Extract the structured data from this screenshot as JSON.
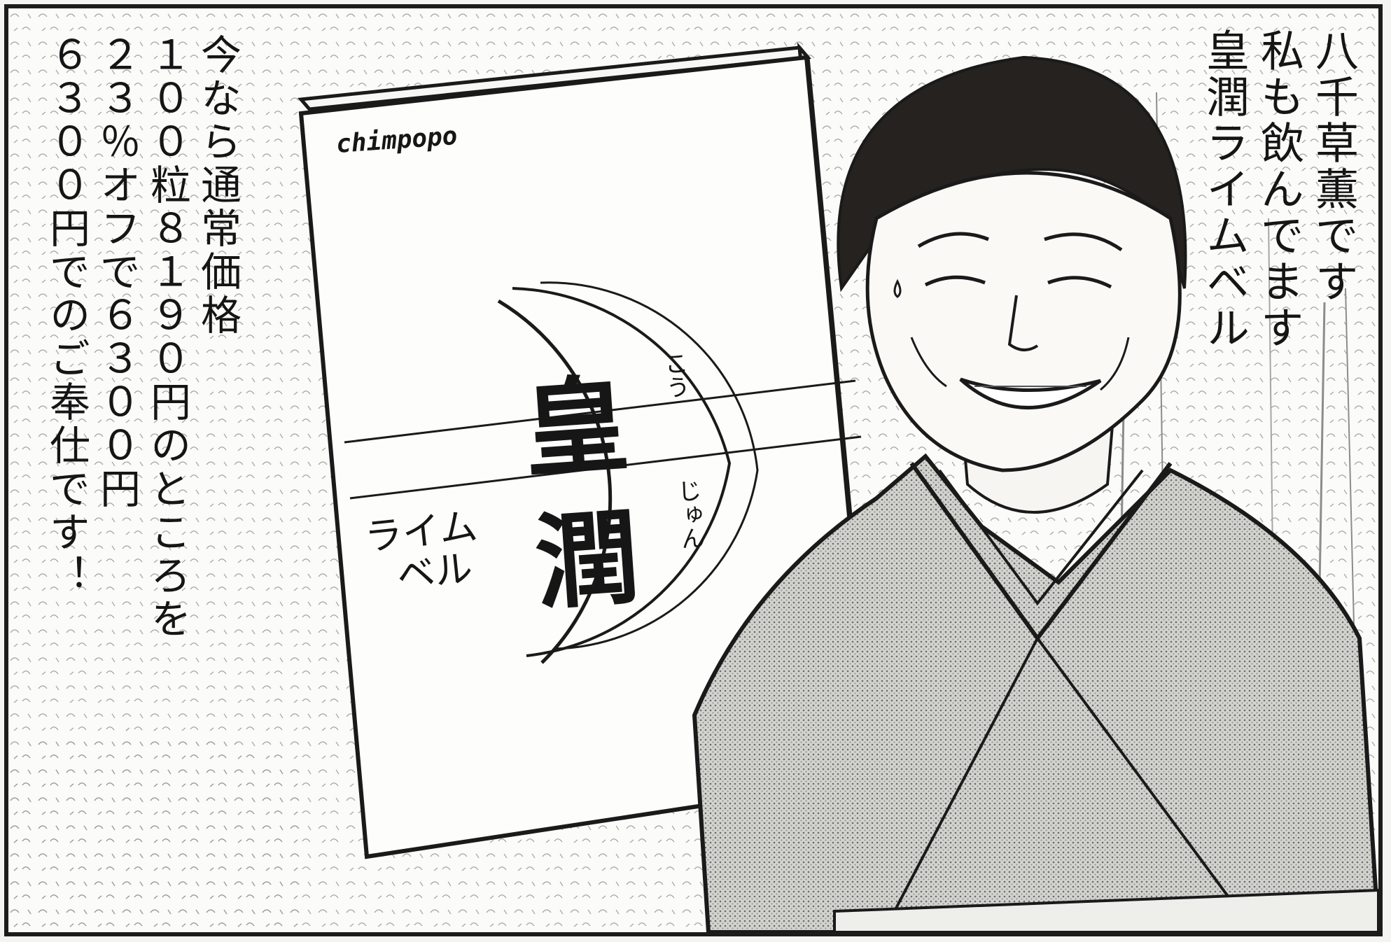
{
  "speech_right": {
    "lines": [
      "八千草薫です",
      "私も飲んでます",
      "皇潤ライムベル"
    ]
  },
  "speech_left": {
    "lines": [
      "今なら通常価格",
      "１００粒８１９０円のところを",
      "２３％オフで６３００円",
      "６３００円でのご奉仕です！"
    ]
  },
  "package": {
    "brand": "chimpopo",
    "kanji_top": "皇",
    "kanji_bottom": "潤",
    "furigana_top": "こう",
    "furigana_bottom": "じゅん",
    "subtitle_lines": [
      "ライム",
      "ベル"
    ]
  },
  "colors": {
    "ink": "#151515",
    "paper": "#fbfbf9",
    "kimono_tone": "#b8b8b4",
    "hair": "#252220"
  }
}
